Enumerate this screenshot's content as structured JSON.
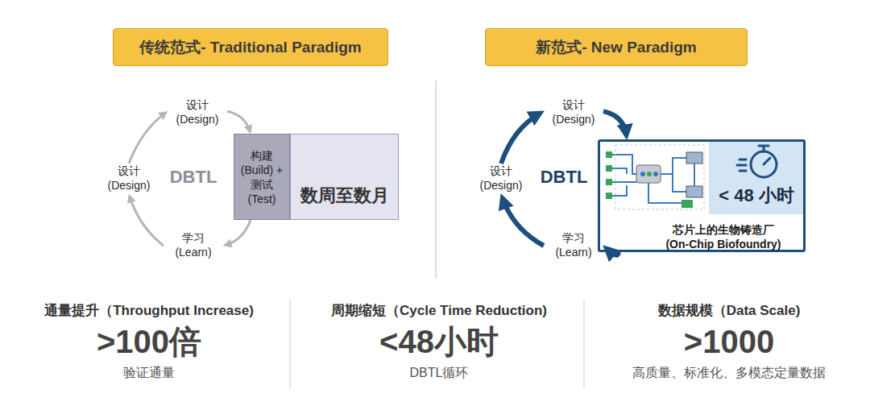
{
  "diagram": {
    "nodes": [
      {
        "text": [
          "传统范式- Traditional Paradigm"
        ]
      },
      {
        "text": [
          "设计 (Design)"
        ]
      },
      {
        "text": [
          "构建 (Build) + 测试 (Test)"
        ]
      },
      {
        "text": [
          "数周至数月"
        ]
      },
      {
        "text": [
          "学习 (Learn)"
        ]
      },
      {
        "text": [
          "设计 (Design)"
        ]
      },
      {
        "text": [
          "新范式- New Paradigm"
        ]
      },
      {
        "text": [
          "设计 (Design)"
        ]
      },
      {
        "text": [
          "< 48 小时",
          "芯片上的生物铸造厂 (On-Chip Biofoundry)"
        ]
      },
      {
        "text": [
          "学习 (Learn)"
        ]
      },
      {
        "text": [
          "设计 (Design)"
        ]
      }
    ],
    "edges": [
      {
        "from": 1,
        "to": 2,
        "arrow": "to"
      },
      {
        "from": 2,
        "to": 4,
        "arrow": "to"
      },
      {
        "from": 4,
        "to": 5,
        "arrow": "to"
      },
      {
        "from": 5,
        "to": 1,
        "arrow": "to"
      },
      {
        "from": 7,
        "to": 8,
        "arrow": "to"
      },
      {
        "from": 8,
        "to": 9,
        "arrow": "to"
      },
      {
        "from": 9,
        "to": 10,
        "arrow": "to"
      },
      {
        "from": 10,
        "to": 7,
        "arrow": "to"
      }
    ],
    "labels": [
      "DBTL",
      "DBTL",
      "通量提升（Throughput Increase)",
      ">100倍",
      "验证通量",
      "周期缩短（Cycle Time Reduction)",
      "<48小时",
      "DBTL循环",
      "数据规模（Data Scale)",
      ">1000",
      "高质量、标准化、多模态定量数据"
    ]
  }
}
